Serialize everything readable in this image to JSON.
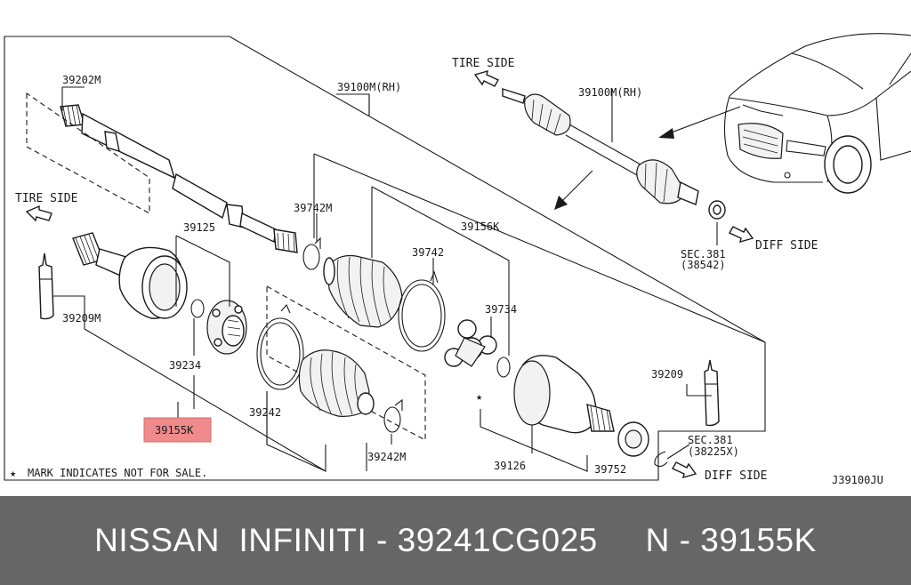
{
  "diagram": {
    "labels": {
      "p39202m": "39202M",
      "p39100m_rh_main": "39100M(RH)",
      "p39100m_rh_inset": "39100M(RH)",
      "p39742m": "39742M",
      "p39156k": "39156K",
      "p39125": "39125",
      "p39742": "39742",
      "p39734": "39734",
      "p39209m": "39209M",
      "p39234": "39234",
      "p39155k": "39155K",
      "p39242": "39242",
      "p39242m": "39242M",
      "p39209": "39209",
      "p39126": "39126",
      "p39752": "39752",
      "sec381_top": "SEC.381",
      "sec381_top_sub": "(38542)",
      "sec381_bottom": "SEC.381",
      "sec381_bottom_sub": "(38225X)",
      "tire_side_left": "TIRE SIDE",
      "tire_side_top": "TIRE SIDE",
      "diff_side_top": "DIFF SIDE",
      "diff_side_bottom": "DIFF SIDE",
      "star_note": "MARK INDICATES NOT FOR SALE.",
      "star_symbol": "★",
      "diagram_code": "J39100JU"
    },
    "highlight_color": "#f08b8b"
  },
  "footer": {
    "text": "NISSAN  INFINITI - 39241CG025     N - 39155K",
    "background": "#666666"
  }
}
